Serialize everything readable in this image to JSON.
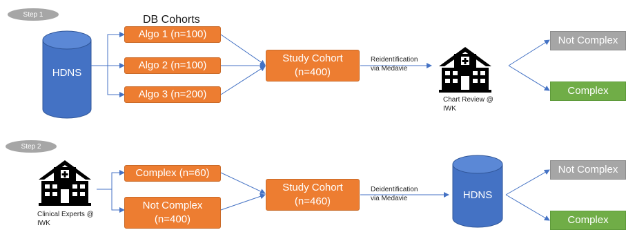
{
  "colors": {
    "orange": "#ed7d31",
    "database_blue": "#4472c4",
    "not_complex_gray": "#a6a6a6",
    "complex_green": "#70ad47",
    "arrow_blue": "#4472c4",
    "step_pill_gray": "#a6a6a6"
  },
  "step1": {
    "step_label": "Step 1",
    "db_cohorts_heading": "DB Cohorts",
    "source_db": "HDNS",
    "algos": [
      "Algo 1 (n=100)",
      "Algo 2 (n=100)",
      "Algo 3 (n=200)"
    ],
    "study_cohort": "Study Cohort\n(n=400)",
    "edge_label": "Reidentification\nvia Medavie",
    "review_icon": "hospital-icon",
    "review_label": "Chart Review @\nIWK",
    "outcomes": [
      "Not Complex",
      "Complex"
    ]
  },
  "step2": {
    "step_label": "Step 2",
    "expert_icon": "hospital-icon",
    "expert_label": "Clinical Experts @\nIWK",
    "groups": [
      "Complex (n=60)",
      "Not Complex\n(n=400)"
    ],
    "study_cohort": "Study Cohort\n(n=460)",
    "edge_label": "Deidentification\nvia Medavie",
    "target_db": "HDNS",
    "outcomes": [
      "Not Complex",
      "Complex"
    ]
  }
}
